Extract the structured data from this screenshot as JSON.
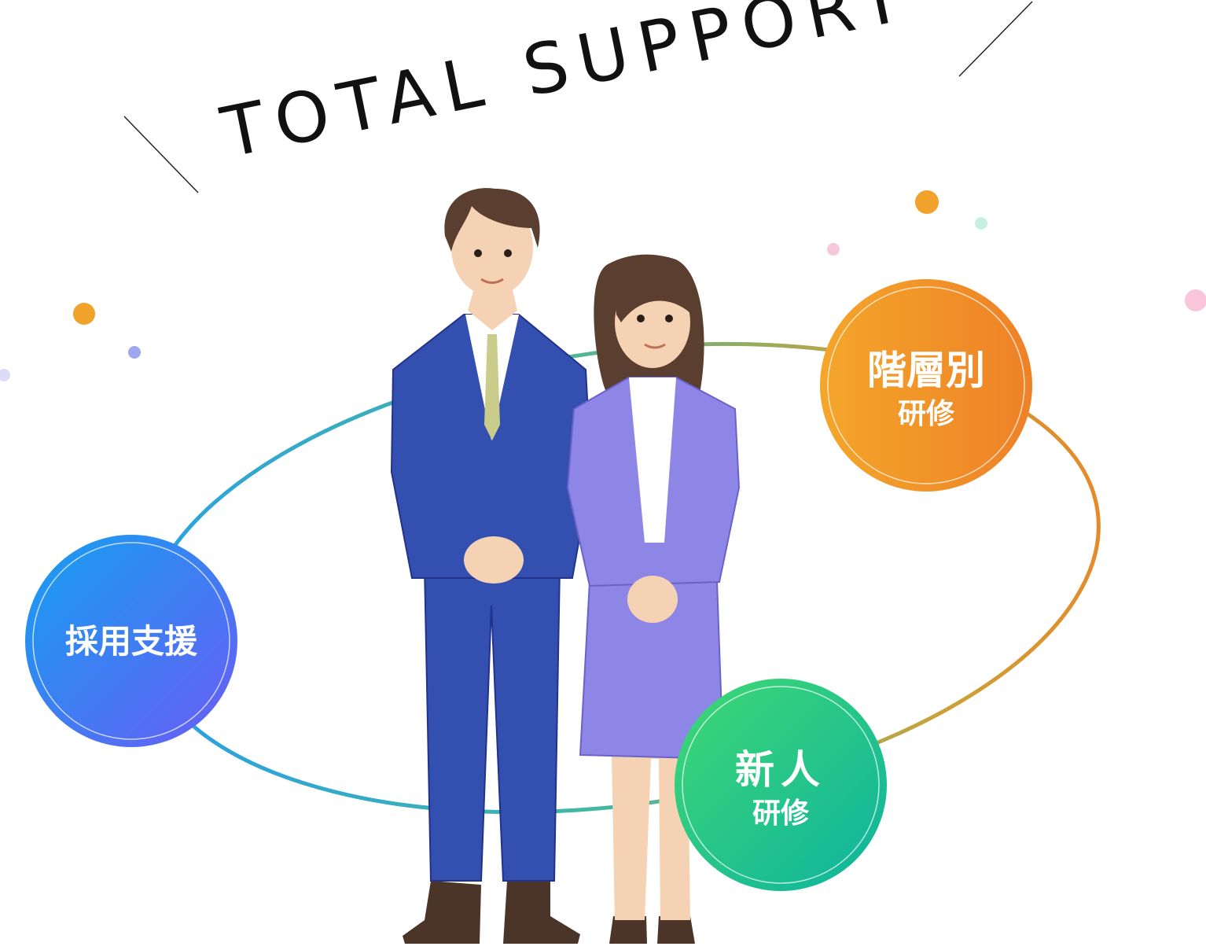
{
  "title": "TOTAL SUPPORT",
  "nodes": [
    {
      "label": "採用支援",
      "sub": "",
      "colors": [
        "#13a0f0",
        "#6a5cf5"
      ]
    },
    {
      "label": "階層別",
      "sub": "研修",
      "colors": [
        "#f4a62a",
        "#ee8127"
      ]
    },
    {
      "label": "新人",
      "sub": "研修",
      "colors": [
        "#3fd873",
        "#0db39e"
      ]
    }
  ],
  "colors": {
    "man_suit": "#3350b0",
    "woman_suit": "#8d86e6",
    "skin": "#f6d2b4",
    "hair": "#5a3e30"
  }
}
